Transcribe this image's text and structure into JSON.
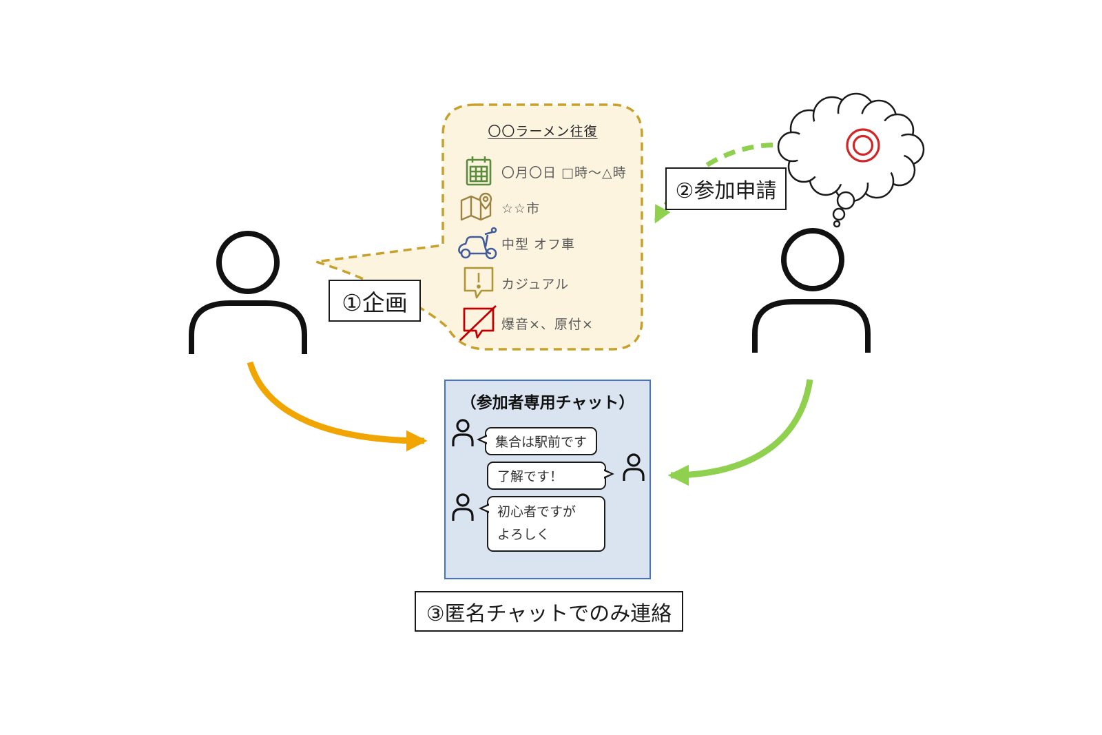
{
  "plan_bubble": {
    "title": "〇〇ラーメン往復",
    "items": [
      {
        "icon": "calendar-icon",
        "label": "〇月〇日 □時～△時"
      },
      {
        "icon": "map-pin-icon",
        "label": "☆☆市"
      },
      {
        "icon": "scooter-icon",
        "label": "中型 オフ車"
      },
      {
        "icon": "exclamation-bubble-icon",
        "label": "カジュアル"
      },
      {
        "icon": "no-chat-bubble-icon",
        "label": "爆音×、原付×"
      }
    ]
  },
  "step_labels": {
    "step1": "①企画",
    "step2": "②参加申請",
    "step3": "③匿名チャットでのみ連絡"
  },
  "chat": {
    "title": "（参加者専用チャット）",
    "messages": [
      {
        "side": "left",
        "text": "集合は駅前です"
      },
      {
        "side": "right",
        "text": "了解です！"
      },
      {
        "side": "left",
        "text": "初心者ですが\nよろしく"
      }
    ]
  },
  "figures": {
    "left_person": "person-icon",
    "right_person": "person-icon",
    "thought_bubble": "thought-cloud-icon",
    "thought_symbol": "double-circle-icon"
  },
  "colors": {
    "plan_fill": "#FCF4DF",
    "plan_border": "#C8A02C",
    "chat_fill": "#DAE3F0",
    "chat_border": "#4472C4",
    "arrow_orange": "#F0A500",
    "arrow_green": "#8FD04F",
    "icon_green": "#5A8A3C",
    "icon_gold": "#9C8440",
    "icon_blue": "#3F5B9B",
    "icon_red": "#C00000",
    "symbol_red": "#D22626"
  }
}
